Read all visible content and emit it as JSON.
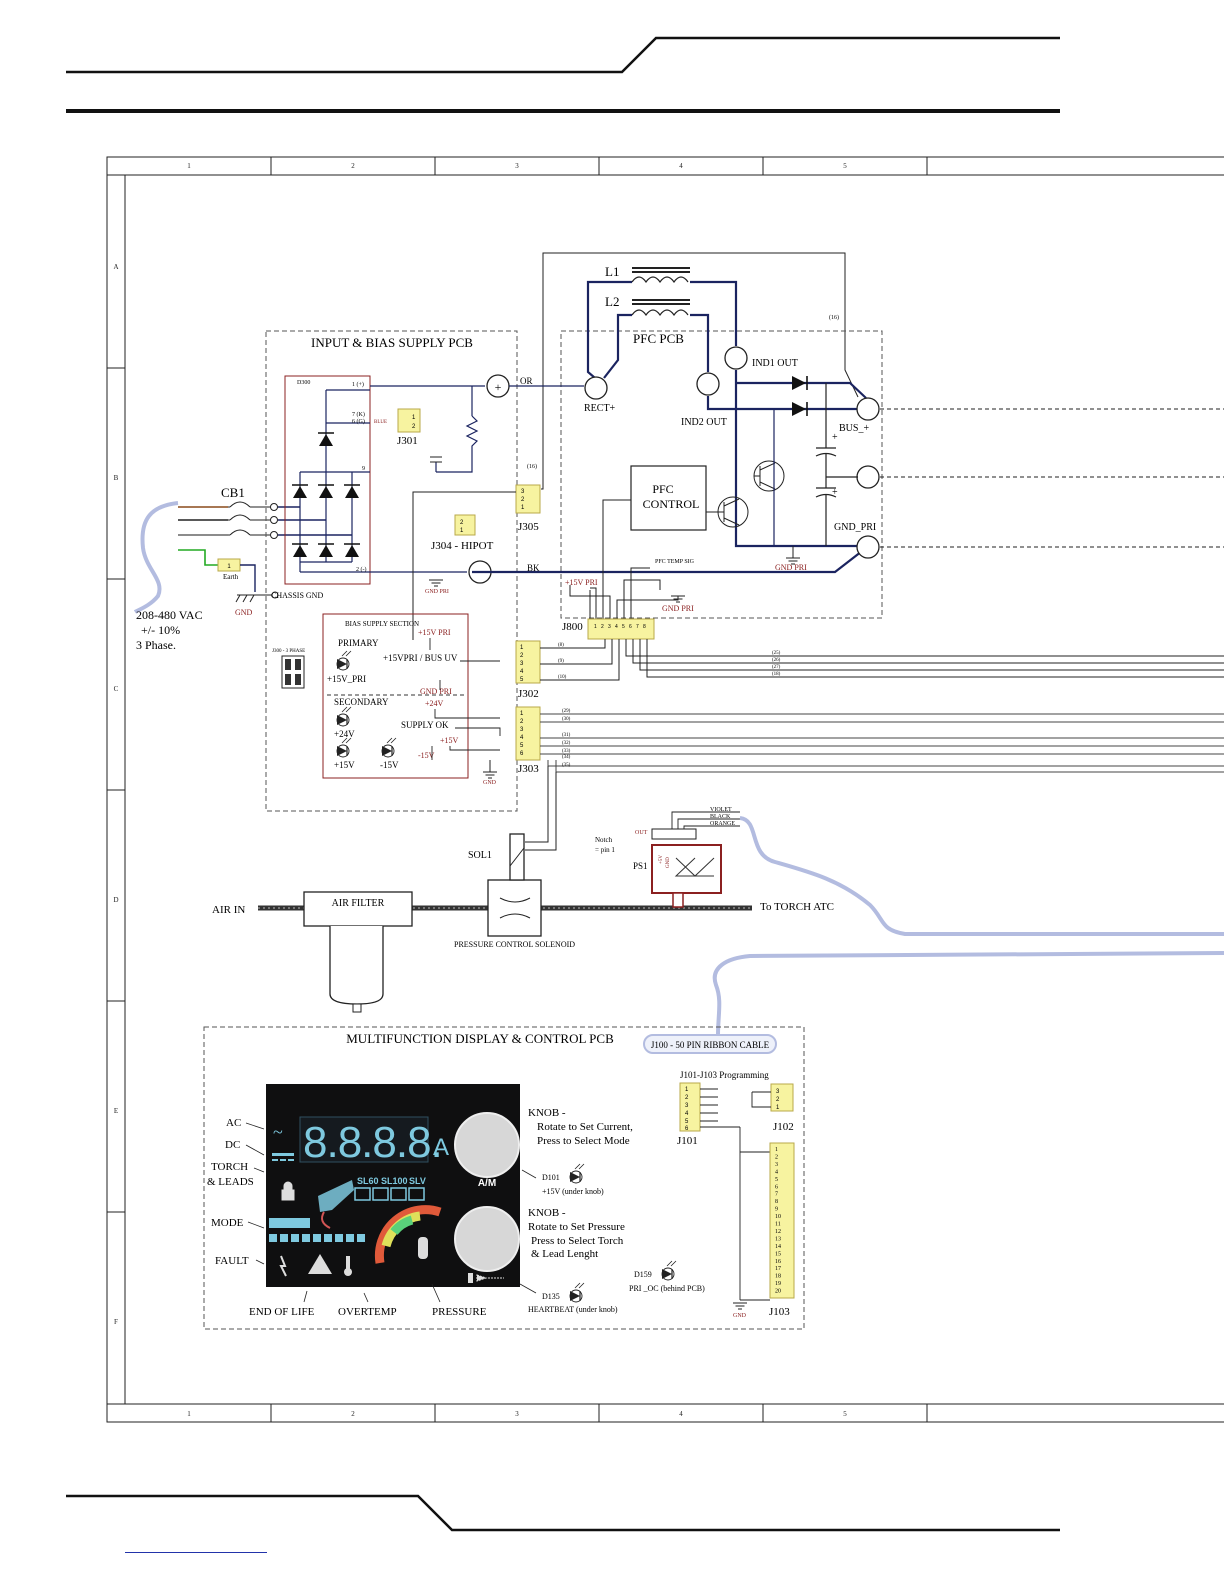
{
  "grid": {
    "columns": [
      "1",
      "2",
      "3",
      "4",
      "5"
    ],
    "rows": [
      "A",
      "B",
      "C",
      "D",
      "E",
      "F"
    ]
  },
  "input": {
    "cb1": "CB1",
    "supply": "208-480 VAC",
    "tolerance": "+/- 10%",
    "phase": "3 Phase.",
    "earth": "Earth",
    "gnd": "GND",
    "chassis_gnd": "CHASSIS GND"
  },
  "input_pcb": {
    "title": "INPUT & BIAS SUPPLY PCB",
    "d300": "D300",
    "pin_1": "1 (+)",
    "pin_7": "7 (K)",
    "pin_6": "6 (G)",
    "pin_9": "9",
    "pin_2": "2 (-)",
    "blue": "BLUE",
    "j301": "J301",
    "j301_pins": [
      "1",
      "2"
    ],
    "j304": "J304 - HIPOT",
    "j304_pins": [
      "2",
      "1"
    ],
    "j305": "J305",
    "j305_pins": [
      "3",
      "2",
      "1"
    ],
    "gnd_pri": "GND PRI",
    "j300": "J300 - 3 PHASE"
  },
  "bias": {
    "title": "BIAS SUPPLY SECTION",
    "primary": "PRIMARY",
    "plus15_pri": "+15V PRI",
    "bus_uv": "+15VPRI / BUS UV",
    "led_15_pri": "+15V_PRI",
    "gnd_pri": "GND PRI",
    "secondary": "SECONDARY",
    "plus24": "+24V",
    "supply_ok": "SUPPLY OK",
    "led_24": "+24V",
    "led_15": "+15V",
    "led_m15": "-15V",
    "minus15": "-15V",
    "plus15": "+15V",
    "gnd": "GND",
    "j302": "J302",
    "j302_pins": [
      "1",
      "2",
      "3",
      "4",
      "5"
    ],
    "j303": "J303",
    "j303_pins": [
      "1",
      "2",
      "3",
      "4",
      "5",
      "6"
    ]
  },
  "pfc": {
    "l1": "L1",
    "l2": "L2",
    "title": "PFC PCB",
    "wire16_top": "(16)",
    "wire16_mid": "(16)",
    "or_label": "OR",
    "bk_label": "BK",
    "rect_plus": "RECT+",
    "ind1_out": "IND1 OUT",
    "ind2_out": "IND2 OUT",
    "bus_plus": "BUS_+",
    "gnd_pri": "GND_PRI",
    "control": [
      "PFC",
      "CONTROL"
    ],
    "gnd_pri_sub": "GND PRI",
    "temp_sig": "PFC TEMP SIG",
    "plus15_pri": "+15V PRI",
    "gnd_pri_lower": "GND PRI",
    "j800": "J800",
    "j800_pins": [
      "1",
      "2",
      "3",
      "4",
      "5",
      "6",
      "7",
      "8"
    ]
  },
  "wires": {
    "j302": [
      "(8)",
      "(9)",
      "(10)"
    ],
    "j800_out": [
      "(25)",
      "(26)",
      "(27)",
      "(18)"
    ],
    "j303": [
      "(29)",
      "(30)",
      "(31)",
      "(32)",
      "(33)",
      "(34)",
      "(35)"
    ]
  },
  "air": {
    "air_in": "AIR IN",
    "filter": "AIR FILTER",
    "sol1": "SOL1",
    "solenoid": "PRESSURE CONTROL SOLENOID",
    "to_torch": "To TORCH ATC",
    "ps1": "PS1",
    "notch": [
      "Notch",
      "= pin 1"
    ],
    "out": "OUT",
    "ps1_pins": [
      "+5V",
      "GND"
    ],
    "wire_colors": [
      "VIOLET",
      "BLACK",
      "ORANGE"
    ]
  },
  "display": {
    "title": "MULTIFUNCTION DISPLAY & CONTROL PCB",
    "ribbon": "J100 - 50 PIN RIBBON CABLE",
    "readout": "8.8.8.8.",
    "unit": "A",
    "knob1_label": "A/M",
    "torch_models": [
      "SL60",
      "SL100",
      "SLV"
    ],
    "labels": {
      "ac": "AC",
      "dc": "DC",
      "torch": [
        "TORCH",
        "& LEADS"
      ],
      "mode": "MODE",
      "fault": "FAULT",
      "end_of_life": "END OF LIFE",
      "overtemp": "OVERTEMP",
      "pressure": "PRESSURE"
    },
    "knob1": [
      "KNOB -",
      "Rotate to Set Current,",
      "Press to  Select Mode"
    ],
    "knob2": [
      "KNOB -",
      "Rotate to Set Pressure",
      "Press to  Select Torch",
      "&  Lead Lenght"
    ],
    "d101": "D101",
    "d101_note": "+15V   (under knob)",
    "d135": "D135",
    "d135_note": "HEARTBEAT (under knob)",
    "d159": "D159",
    "d159_note": "PRI _OC (behind PCB)",
    "programming": "J101-J103 Programming",
    "j101": "J101",
    "j101_pins": [
      "1",
      "2",
      "3",
      "4",
      "5",
      "6"
    ],
    "j102": "J102",
    "j102_pins": [
      "3",
      "2",
      "1"
    ],
    "j103": "J103",
    "j103_pins": [
      "1",
      "2",
      "3",
      "4",
      "5",
      "6",
      "7",
      "8",
      "9",
      "10",
      "11",
      "12",
      "13",
      "14",
      "15",
      "16",
      "17",
      "18",
      "19",
      "20"
    ],
    "gnd": "GND"
  },
  "colors": {
    "wire": "#1b2460",
    "pcb_border": "#8b2020",
    "connector": "#f7f3a0",
    "cable": "#aab6dd"
  }
}
